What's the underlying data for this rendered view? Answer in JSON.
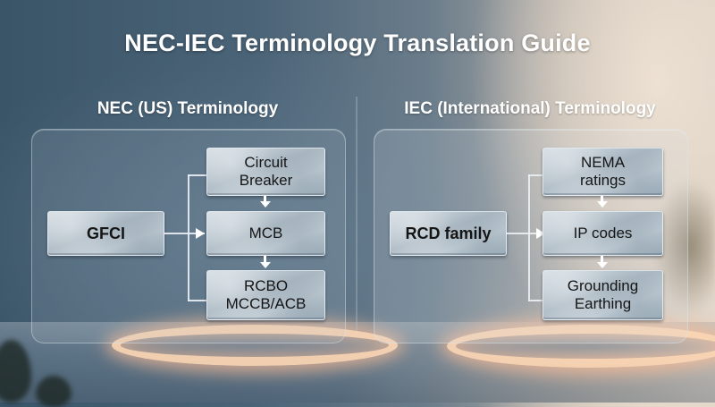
{
  "title": "NEC-IEC Terminology Translation Guide",
  "sections": {
    "left": {
      "heading": "NEC (US) Terminology",
      "source_node": "GFCI",
      "target_nodes": [
        {
          "line1": "Circuit",
          "line2": "Breaker"
        },
        {
          "line1": "MCB",
          "line2": ""
        },
        {
          "line1": "RCBO",
          "line2": "MCCB/ACB"
        }
      ]
    },
    "right": {
      "heading": "IEC (International) Terminology",
      "source_node": "RCD family",
      "target_nodes": [
        {
          "line1": "NEMA",
          "line2": "ratings"
        },
        {
          "line1": "IP codes",
          "line2": ""
        },
        {
          "line1": "Grounding",
          "line2": "Earthing"
        }
      ]
    }
  },
  "icons": {
    "connector_arrow": "arrow-right-icon",
    "sequence_arrow": "arrow-down-icon"
  },
  "colors": {
    "title_text": "#ffffff",
    "node_text": "#151515",
    "node_fill": "#b8c5ce",
    "connector": "#ffffff",
    "glow": "#ffd7b4"
  }
}
